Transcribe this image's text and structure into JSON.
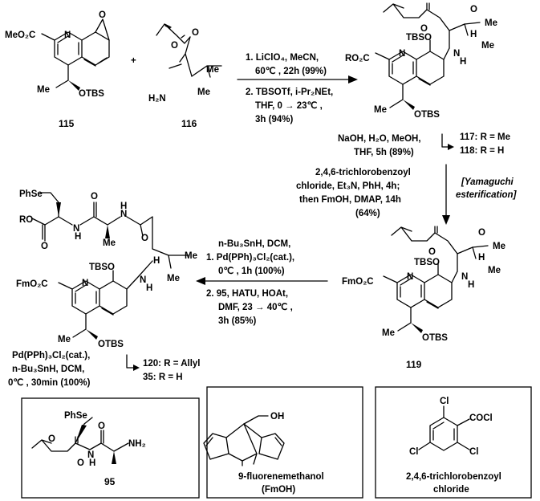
{
  "compounds": {
    "c115": {
      "label": "115",
      "ester": "MeO₂C",
      "n": "N",
      "o": "O",
      "otbs": "OTBS",
      "me": "Me"
    },
    "c116": {
      "label": "116",
      "h2n": "H₂N",
      "me": "Me",
      "o": "O"
    },
    "c117": {
      "r_ester": "RO₂C",
      "tbso": "TBSO",
      "otbs": "OTBS",
      "n": "N",
      "nh": "N",
      "h": "H",
      "me": "Me",
      "o": "O"
    },
    "c119": {
      "label": "119",
      "ester": "FmO₂C",
      "tbso": "TBSO",
      "otbs": "OTBS",
      "n": "N",
      "nh": "N",
      "h": "H",
      "me": "Me",
      "o": "O"
    },
    "c120": {
      "ester": "FmO₂C",
      "ro": "RO",
      "phse": "PhSe",
      "tbso": "TBSO",
      "otbs": "OTBS",
      "n": "N",
      "h": "H",
      "me": "Me",
      "o": "O"
    },
    "c95": {
      "label": "95",
      "phse": "PhSe",
      "nh2": "NH₂",
      "n": "N",
      "h": "H",
      "o": "O"
    },
    "fmoh": {
      "oh": "OH",
      "name_line1": "9-fluorenemethanol",
      "name_line2": "(FmOH)"
    },
    "tcbc": {
      "cl": "Cl",
      "cocl": "COCl",
      "name_line1": "2,4,6-trichlorobenzoyl",
      "name_line2": "chloride"
    }
  },
  "plus": "+",
  "step1": {
    "line1": "1. LiClO₄, MeCN,",
    "line2": "60℃ , 22h (99%)",
    "line3": "2. TBSOTf, i-Pr₂NEt,",
    "line4": "THF, 0 → 23℃ ,",
    "line5": "3h (94%)"
  },
  "step2": {
    "line1": "NaOH, H₂O, MeOH,",
    "line2": "THF, 5h (89%)",
    "r117": "117: R = Me",
    "r118": "118: R = H"
  },
  "step3": {
    "line1": "2,4,6-trichlorobenzoyl",
    "line2": "chloride, Et₃N, PhH, 4h;",
    "line3": "then FmOH, DMAP, 14h",
    "line4": "(64%)",
    "name1": "[Yamaguchi",
    "name2": "esterification]"
  },
  "step4": {
    "line1": "1. Pd(PPh)₃Cl₂(cat.),",
    "line2": "n-Bu₃SnH, DCM,",
    "line3": "0℃ , 1h (100%)",
    "line4": "2. 95, HATU, HOAt,",
    "line5": "DMF, 23 → 40℃ ,",
    "line6": "3h (85%)"
  },
  "step5": {
    "line1": "Pd(PPh)₃Cl₂(cat.),",
    "line2": "n-Bu₃SnH, DCM,",
    "line3": "0℃ , 30min (100%)",
    "r120": "120: R = Allyl",
    "r35": "35: R = H"
  }
}
